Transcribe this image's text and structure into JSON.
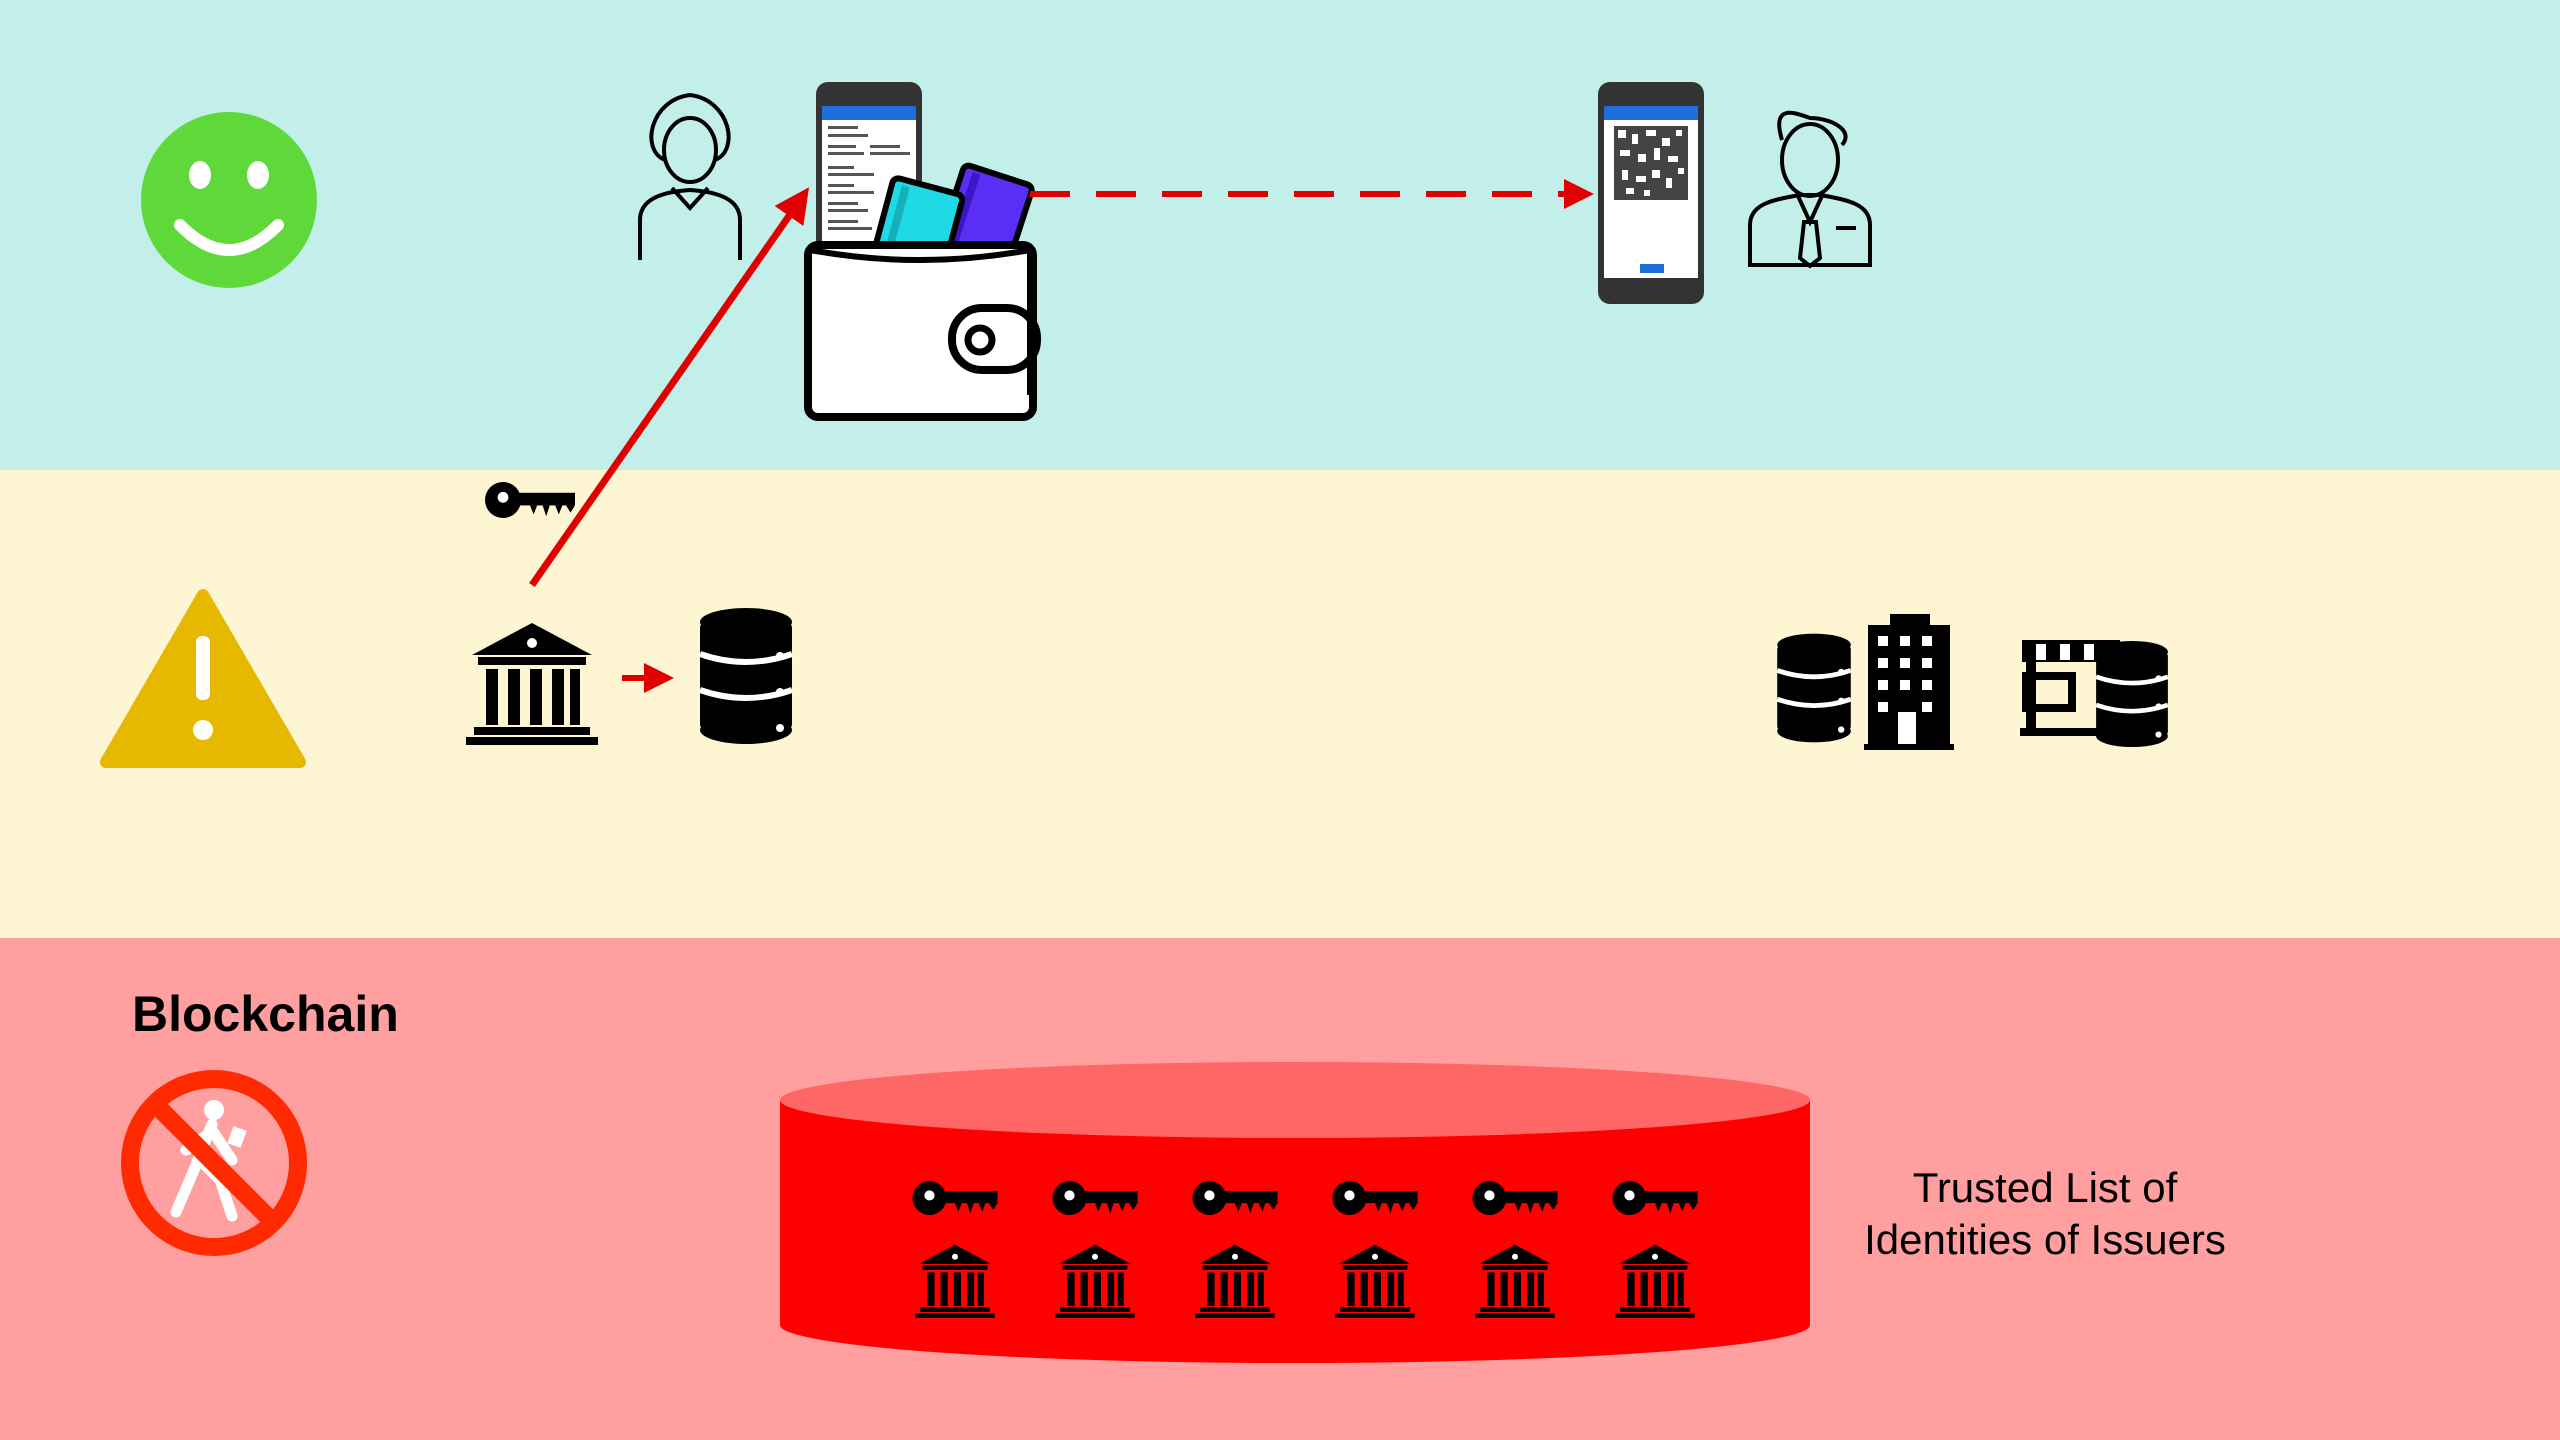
{
  "colors": {
    "trust_band": "#c2efea",
    "caution_band": "#fef6d2",
    "blockchain_band": "#ff9f9f",
    "flow_arrow": "#e00000",
    "ledger_cylinder": "#ff0000",
    "ledger_cylinder_top": "#ff6666",
    "smiley": "#5fd83a",
    "warning": "#e6b800",
    "prohibited": "#ff2a00"
  },
  "icons": {
    "band_trust": "smiley-face-icon",
    "band_caution": "warning-triangle-icon",
    "band_blockchain": "no-pedestrian-icon",
    "holder": "woman-icon",
    "verifier": "businessman-icon",
    "wallet": "wallet-with-cards-icon",
    "holder_phone": "phone-credential-icon",
    "verifier_phone": "phone-qr-code-icon",
    "issuer": "bank-icon",
    "issuer_key": "key-icon",
    "issuer_database": "database-icon",
    "company": "office-building-icon",
    "shop": "storefront-icon"
  },
  "blockchain": {
    "title": "Blockchain",
    "ledger_entries": [
      {
        "key": "key-icon",
        "issuer": "bank-icon"
      },
      {
        "key": "key-icon",
        "issuer": "bank-icon"
      },
      {
        "key": "key-icon",
        "issuer": "bank-icon"
      },
      {
        "key": "key-icon",
        "issuer": "bank-icon"
      },
      {
        "key": "key-icon",
        "issuer": "bank-icon"
      },
      {
        "key": "key-icon",
        "issuer": "bank-icon"
      }
    ],
    "trusted_list_lines": [
      "Trusted List of",
      "Identities of Issuers"
    ]
  }
}
